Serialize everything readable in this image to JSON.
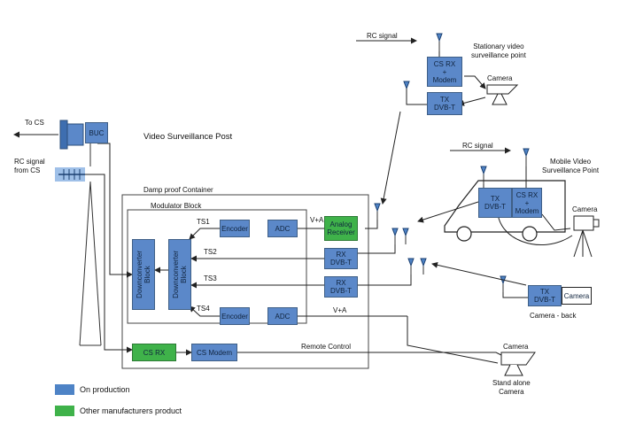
{
  "labels": {
    "to_cs": "To CS",
    "rc_signal_from_cs": "RC signal\nfrom CS",
    "video_surveillance_post": "Video Surveillance Post",
    "damp_proof_container": "Damp proof Container",
    "modulator_block": "Modulator Block",
    "ts1": "TS1",
    "ts2": "TS2",
    "ts3": "TS3",
    "ts4": "TS4",
    "va_top": "V+A",
    "va_bottom": "V+A",
    "remote_control": "Remote Control",
    "rc_signal_top": "RC signal",
    "stationary_point": "Stationary video\nsurveillance point",
    "camera_stationary": "Camera",
    "rc_signal_mobile": "RC signal",
    "mobile_point": "Mobile Video\nSurveillance Point",
    "camera_mobile": "Camera",
    "camera_back": "Camera - back",
    "camera_standalone_top": "Camera",
    "standalone_camera": "Stand alone\nCamera"
  },
  "blocks": {
    "buc": "BUC",
    "downconverter_1": "Downconverter\nBlock",
    "downconverter_2": "Downconverter\nBlock",
    "encoder_1": "Encoder",
    "adc_1": "ADC",
    "analog_receiver": "Analog\nReceiver",
    "rx_dvbt_1": "RX\nDVB-T",
    "rx_dvbt_2": "RX\nDVB-T",
    "encoder_2": "Encoder",
    "adc_2": "ADC",
    "cs_rx": "CS RX",
    "cs_modem": "CS Modem",
    "cs_rx_modem_stationary": "CS RX\n+\nModem",
    "tx_dvbt_stationary": "TX\nDVB-T",
    "tx_dvbt_mobile": "TX\nDVB-T",
    "cs_rx_modem_mobile": "CS RX\n+\nModem",
    "tx_back": "TX\nDVB-T",
    "camera_back_box": "Camera"
  },
  "legend": {
    "on_production": "On production",
    "other_manufacturers": "Other manufacturers product"
  },
  "colors": {
    "on_production": "#4e83c6",
    "other_manufacturers": "#3fb24a"
  }
}
